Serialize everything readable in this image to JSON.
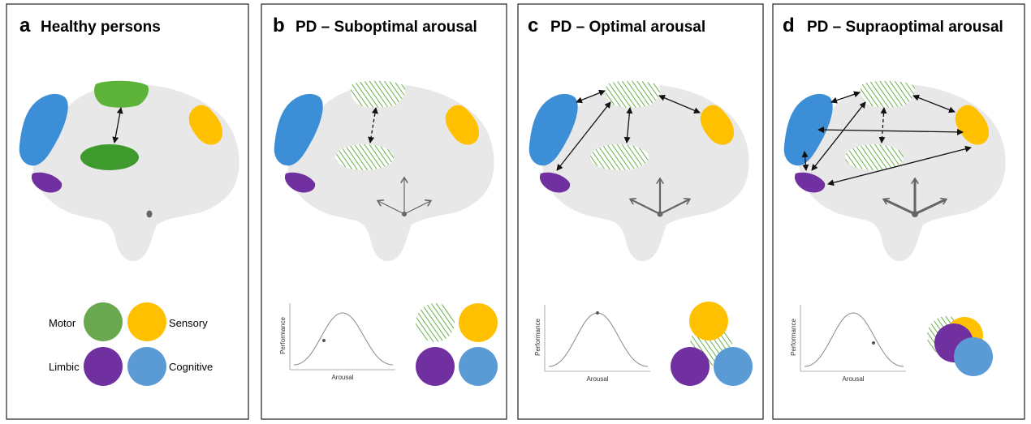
{
  "panels": [
    {
      "letter": "a",
      "title": "Healthy persons"
    },
    {
      "letter": "b",
      "title": "PD – Suboptimal arousal"
    },
    {
      "letter": "c",
      "title": "PD – Optimal arousal"
    },
    {
      "letter": "d",
      "title": "PD – Supraoptimal arousal"
    }
  ],
  "legend": {
    "motor": "Motor",
    "sensory": "Sensory",
    "limbic": "Limbic",
    "cognitive": "Cognitive"
  },
  "plot": {
    "ylabel": "Performance",
    "xlabel": "Arousal"
  },
  "colors": {
    "motor": "#6aa84f",
    "motor_region": "#5db33a",
    "motor_dark": "#3e9a2d",
    "sensory": "#ffc000",
    "limbic": "#7030a0",
    "cognitive": "#5b9bd5",
    "cognitive_region": "#3c8fd6",
    "brain": "#e8e8e8"
  }
}
